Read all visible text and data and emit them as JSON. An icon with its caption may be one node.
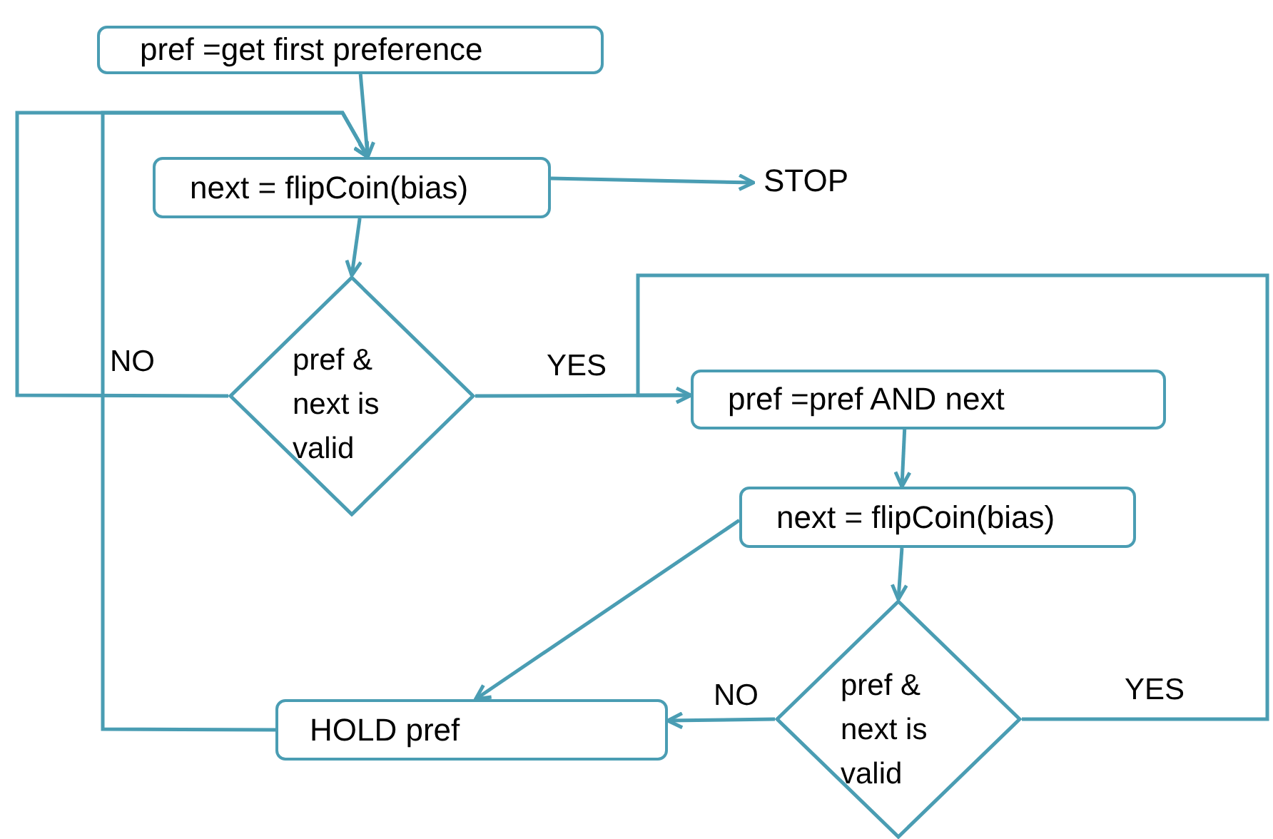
{
  "diagram": {
    "nodes": [
      {
        "text": [
          "pref =get first preference"
        ]
      },
      {
        "text": [
          "next = flipCoin(bias)"
        ]
      },
      {
        "text": [
          "STOP"
        ]
      },
      {
        "text": [
          "pref & next is valid"
        ]
      },
      {
        "text": [
          "pref =pref AND next"
        ]
      },
      {
        "text": [
          "next = flipCoin(bias)"
        ]
      },
      {
        "text": [
          "HOLD pref"
        ]
      },
      {
        "text": [
          "pref & next is valid"
        ]
      }
    ],
    "edges": [
      {
        "from": 0,
        "to": 1,
        "arrow": "to"
      },
      {
        "from": 1,
        "to": 2,
        "arrow": "to"
      },
      {
        "from": 1,
        "to": 3,
        "arrow": "to"
      },
      {
        "from": 3,
        "to": 1,
        "arrow": "to",
        "label": "NO"
      },
      {
        "from": 3,
        "to": 4,
        "arrow": "none",
        "label": "YES"
      },
      {
        "from": 4,
        "to": 5,
        "arrow": "to"
      },
      {
        "from": 5,
        "to": 7,
        "arrow": "to"
      },
      {
        "from": 5,
        "to": 6,
        "arrow": "to"
      },
      {
        "from": 7,
        "to": 6,
        "arrow": "to",
        "label": "NO"
      },
      {
        "from": 7,
        "to": 4,
        "arrow": "to",
        "label": "YES"
      },
      {
        "from": 6,
        "to": 1,
        "arrow": "to"
      }
    ]
  }
}
